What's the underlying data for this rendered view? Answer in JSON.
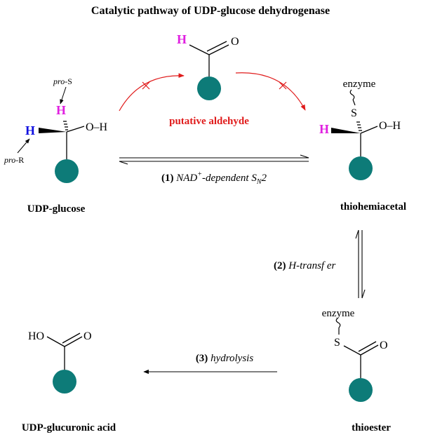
{
  "title": "Catalytic pathway of UDP-glucose dehydrogenase",
  "colors": {
    "ring": "#0d7b78",
    "red": "#e01b1b",
    "magenta": "#e020e0",
    "blue": "#1010e0",
    "black": "#000000"
  },
  "atoms": {
    "H": "H",
    "O": "O",
    "OH": "O–H",
    "S": "S",
    "HO": "HO",
    "enzyme": "enzyme"
  },
  "stereo": {
    "pro_s_prefix": "pro",
    "pro_s_suffix": "-S",
    "pro_r_prefix": "pro",
    "pro_r_suffix": "-R"
  },
  "compounds": {
    "udp_glucose": "UDP-glucose",
    "putative_aldehyde": "putative aldehyde",
    "thiohemiacetal": "thiohemiacetal",
    "thioester": "thioester",
    "udp_glucuronic_acid": "UDP-glucuronic acid"
  },
  "steps": {
    "step1_num": "(1)",
    "step1_a": "NAD",
    "step1_sup": "+",
    "step1_b": "-dependent S",
    "step1_sub": "N",
    "step1_c": "2",
    "step2_num": "(2)",
    "step2_label": "H-transf er",
    "step3_num": "(3)",
    "step3_label": "hydrolysis"
  }
}
